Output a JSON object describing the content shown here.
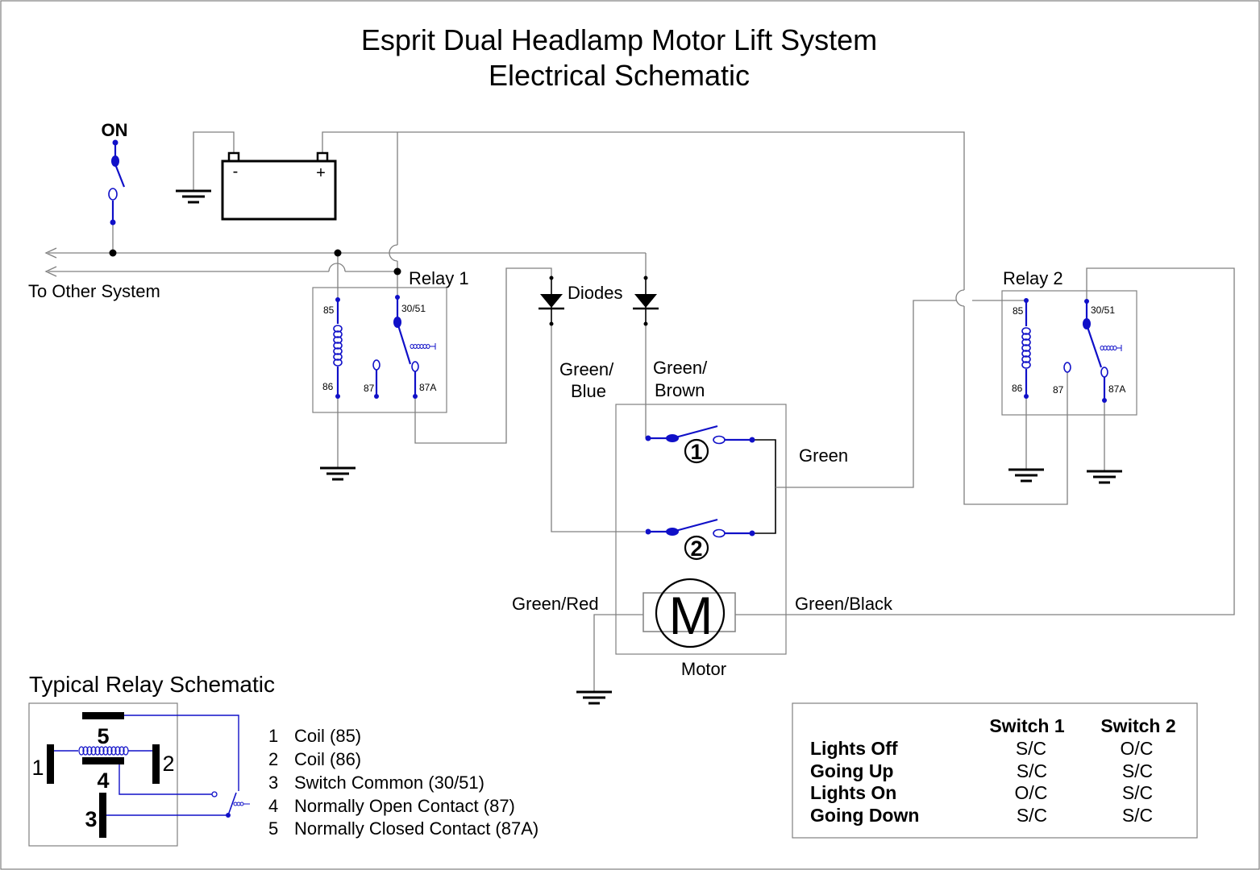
{
  "title": {
    "line1": "Esprit Dual Headlamp Motor Lift System",
    "line2": "Electrical Schematic"
  },
  "labels": {
    "on": "ON",
    "to_other_system": "To Other System",
    "relay1": "Relay 1",
    "relay2": "Relay 2",
    "diodes": "Diodes",
    "green_blue_1": "Green/",
    "green_blue_2": "Blue",
    "green_brown_1": "Green/",
    "green_brown_2": "Brown",
    "green": "Green",
    "green_red": "Green/Red",
    "green_black": "Green/Black",
    "motor": "Motor",
    "motor_letter": "M",
    "switch1_num": "1",
    "switch2_num": "2",
    "battery_minus": "-",
    "battery_plus": "+"
  },
  "relay_pins": {
    "p85": "85",
    "p86": "86",
    "p87": "87",
    "p87a": "87A",
    "p3051": "30/51"
  },
  "typical_relay": {
    "title": "Typical Relay Schematic",
    "pins": {
      "n1": "1",
      "n2": "2",
      "n3": "3",
      "n4": "4",
      "n5": "5"
    },
    "legend": [
      {
        "num": "1",
        "text": "Coil (85)"
      },
      {
        "num": "2",
        "text": "Coil (86)"
      },
      {
        "num": "3",
        "text": "Switch Common (30/51)"
      },
      {
        "num": "4",
        "text": "Normally Open Contact (87)"
      },
      {
        "num": "5",
        "text": "Normally Closed Contact (87A)"
      }
    ]
  },
  "state_table": {
    "headers": [
      "Switch 1",
      "Switch  2"
    ],
    "rows": [
      {
        "state": "Lights Off",
        "s1": "S/C",
        "s2": "O/C"
      },
      {
        "state": "Going Up",
        "s1": "S/C",
        "s2": "S/C"
      },
      {
        "state": "Lights On",
        "s1": "O/C",
        "s2": "S/C"
      },
      {
        "state": "Going Down",
        "s1": "S/C",
        "s2": "S/C"
      }
    ]
  },
  "colors": {
    "wire": "#808080",
    "component": "#1010c8",
    "ink": "#000000"
  }
}
